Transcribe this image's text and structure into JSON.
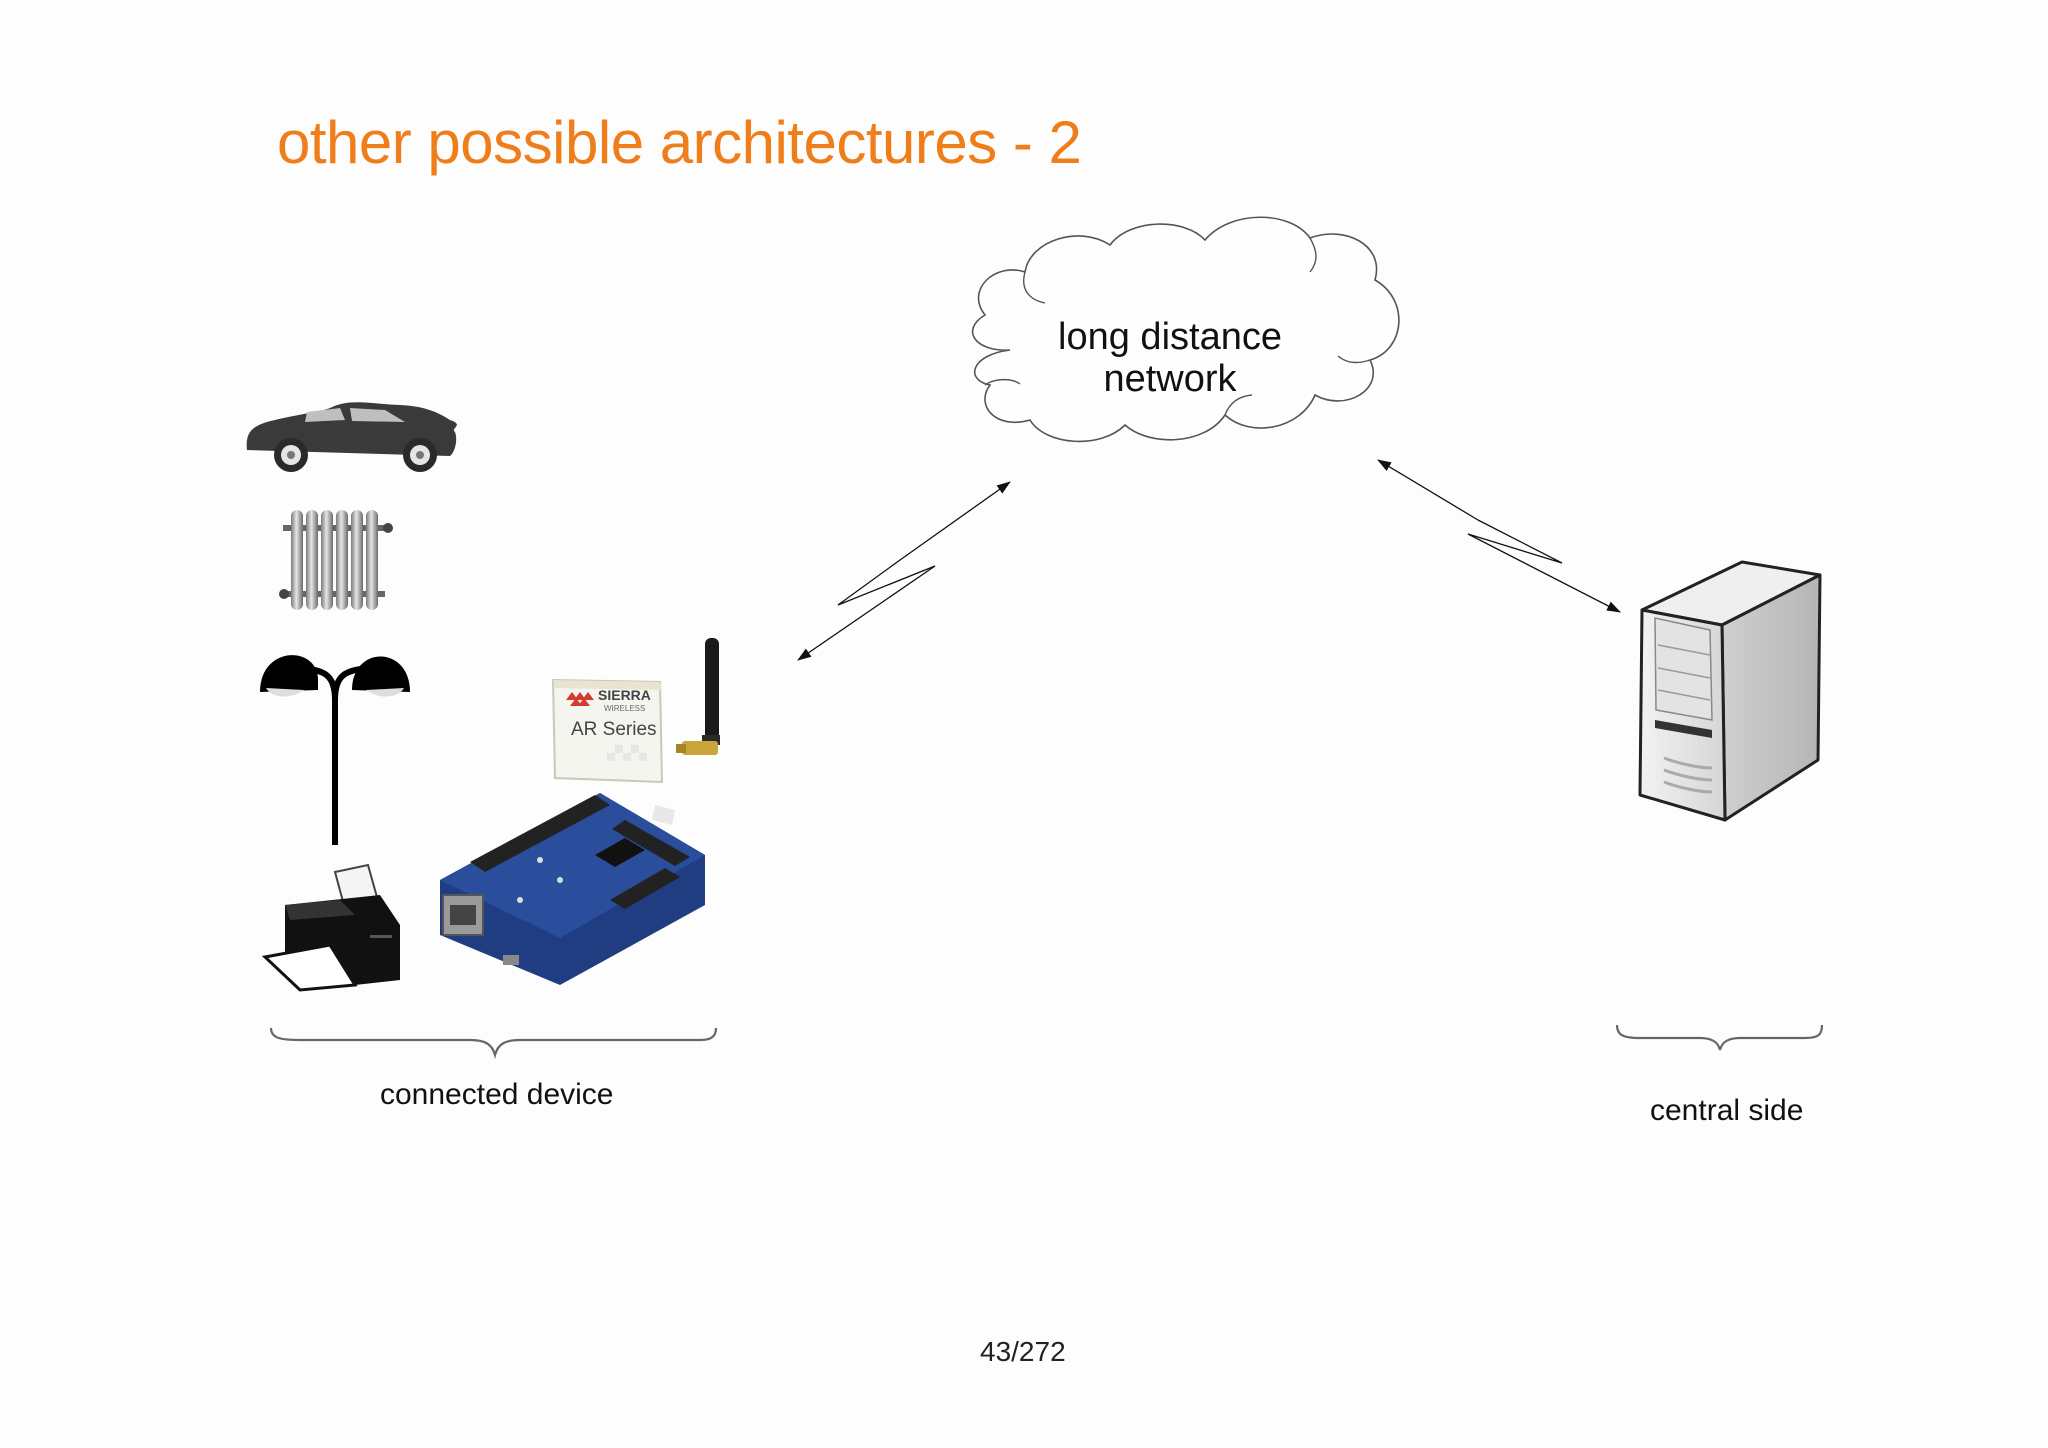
{
  "title": "other possible architectures - 2",
  "cloud": {
    "line1": "long distance",
    "line2": "network"
  },
  "module": {
    "brand_line1": "SIERRA",
    "brand_line2": "WIRELESS",
    "series": "AR Series"
  },
  "labels": {
    "connected_device": "connected device",
    "central_side": "central side"
  },
  "page_number": "43/272",
  "colors": {
    "title": "#ef7d1a",
    "text": "#111111",
    "board": "#2a4a8c"
  },
  "icons": [
    "car-icon",
    "radiator-icon",
    "street-lamp-icon",
    "printer-icon",
    "modem-module-icon",
    "antenna-icon",
    "dev-board-icon",
    "server-tower-icon",
    "cloud-icon"
  ]
}
